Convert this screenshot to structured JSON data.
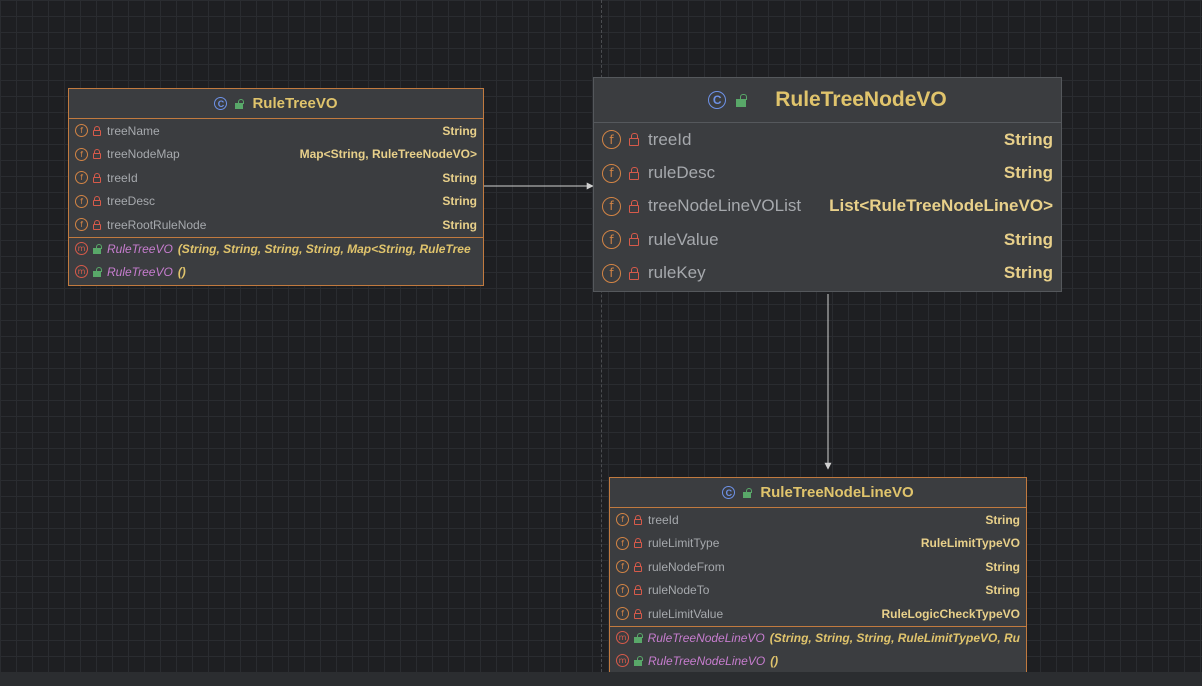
{
  "classes": {
    "rule_tree_vo": {
      "kind_icon": "class-icon",
      "name": "RuleTreeVO",
      "fields": [
        {
          "name": "treeName",
          "type": "String"
        },
        {
          "name": "treeNodeMap",
          "type": "Map<String, RuleTreeNodeVO>"
        },
        {
          "name": "treeId",
          "type": "String"
        },
        {
          "name": "treeDesc",
          "type": "String"
        },
        {
          "name": "treeRootRuleNode",
          "type": "String"
        }
      ],
      "methods": [
        {
          "name": "RuleTreeVO",
          "params": "(String, String, String, String, Map<String, RuleTree"
        },
        {
          "name": "RuleTreeVO",
          "params": "()"
        }
      ]
    },
    "rule_tree_node_vo": {
      "kind_icon": "class-icon",
      "name": "RuleTreeNodeVO",
      "fields": [
        {
          "name": "treeId",
          "type": "String"
        },
        {
          "name": "ruleDesc",
          "type": "String"
        },
        {
          "name": "treeNodeLineVOList",
          "type": "List<RuleTreeNodeLineVO>"
        },
        {
          "name": "ruleValue",
          "type": "String"
        },
        {
          "name": "ruleKey",
          "type": "String"
        }
      ]
    },
    "rule_tree_node_line_vo": {
      "kind_icon": "class-icon",
      "name": "RuleTreeNodeLineVO",
      "fields": [
        {
          "name": "treeId",
          "type": "String"
        },
        {
          "name": "ruleLimitType",
          "type": "RuleLimitTypeVO"
        },
        {
          "name": "ruleNodeFrom",
          "type": "String"
        },
        {
          "name": "ruleNodeTo",
          "type": "String"
        },
        {
          "name": "ruleLimitValue",
          "type": "RuleLogicCheckTypeVO"
        }
      ],
      "methods": [
        {
          "name": "RuleTreeNodeLineVO",
          "params": "(String, String, String, RuleLimitTypeVO, Ru"
        },
        {
          "name": "RuleTreeNodeLineVO",
          "params": "()"
        }
      ]
    }
  },
  "icons": {
    "class_glyph": "C",
    "field_glyph": "f",
    "method_glyph": "m"
  },
  "colors": {
    "background": "#1e1f22",
    "class_name": "#e0c46c",
    "field_name": "#a6a9ad",
    "method_name": "#c77dcf",
    "border_accent": "#c17a3f",
    "connector": "#d0d0d0"
  }
}
